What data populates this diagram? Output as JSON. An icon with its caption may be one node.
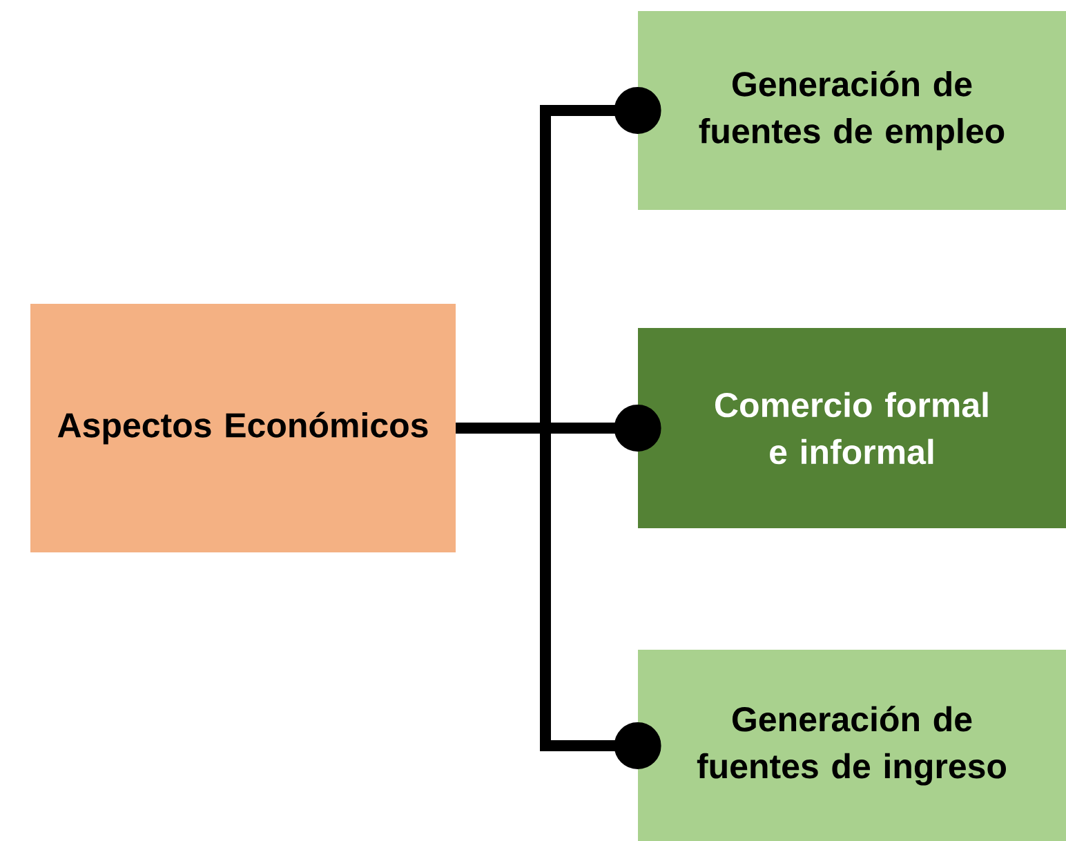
{
  "diagram": {
    "nodes": [
      {
        "text": [
          "Aspectos Económicos"
        ]
      },
      {
        "text": [
          "Generación de fuentes de empleo"
        ]
      },
      {
        "text": [
          "Comercio formal e informal"
        ]
      },
      {
        "text": [
          "Generación de fuentes de ingreso"
        ]
      }
    ],
    "edges": [
      {
        "from": 0,
        "to": 1,
        "arrow": "other"
      },
      {
        "from": 0,
        "to": 2,
        "arrow": "other"
      },
      {
        "from": 0,
        "to": 3,
        "arrow": "other"
      }
    ]
  }
}
